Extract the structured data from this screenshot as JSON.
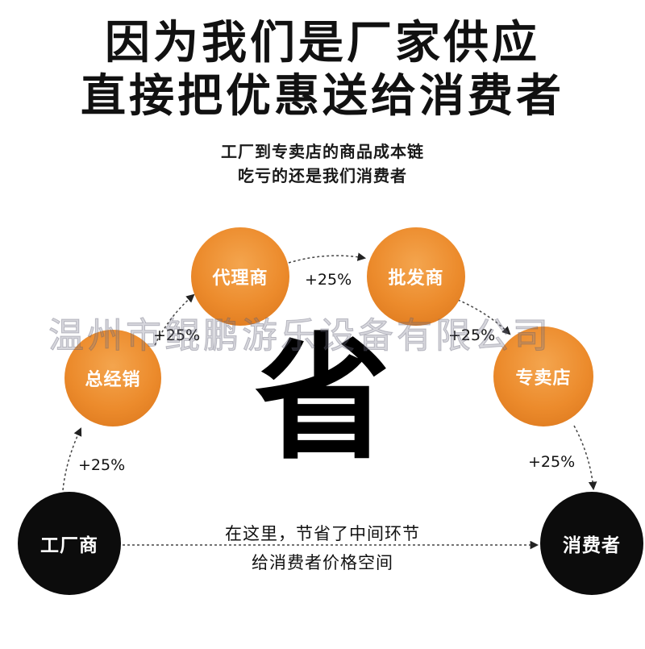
{
  "headline": {
    "line1": "因为我们是厂家供应",
    "line2": "直接把优惠送给消费者"
  },
  "subheadline": {
    "line1": "工厂到专卖店的商品成本链",
    "line2": "吃亏的还是我们消费者"
  },
  "nodes": {
    "factory": "工厂商",
    "distributor": "总经销",
    "agent": "代理商",
    "wholesaler": "批发商",
    "store": "专卖店",
    "consumer": "消费者"
  },
  "markups": [
    "+25%",
    "+25%",
    "+25%",
    "+25%",
    "+25%"
  ],
  "center_char": "省",
  "note": {
    "line1": "在这里，节省了中间环节",
    "line2": "给消费者价格空间"
  },
  "watermark": "温州市鲲鹏游乐设备有限公司",
  "colors": {
    "orange_node": "#ec8b2c",
    "black_node": "#0c0c0c",
    "text": "#111111"
  }
}
